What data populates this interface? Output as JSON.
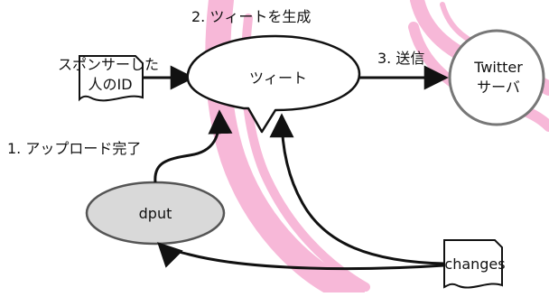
{
  "steps": {
    "step1": "1. アップロード完了",
    "step2": "2. ツィートを生成",
    "step3": "3. 送信"
  },
  "nodes": {
    "sponsor": {
      "line1": "スポンサーした",
      "line2": "人のID"
    },
    "tweet": "ツィート",
    "twitter": {
      "line1": "Twitter",
      "line2": "サーバ"
    },
    "dput": "dput",
    "changes": "changes"
  },
  "colors": {
    "swirl": "#f7b8d8",
    "stroke": "#111111",
    "dput_fill": "#d9d9d9",
    "background": "#ffffff"
  }
}
